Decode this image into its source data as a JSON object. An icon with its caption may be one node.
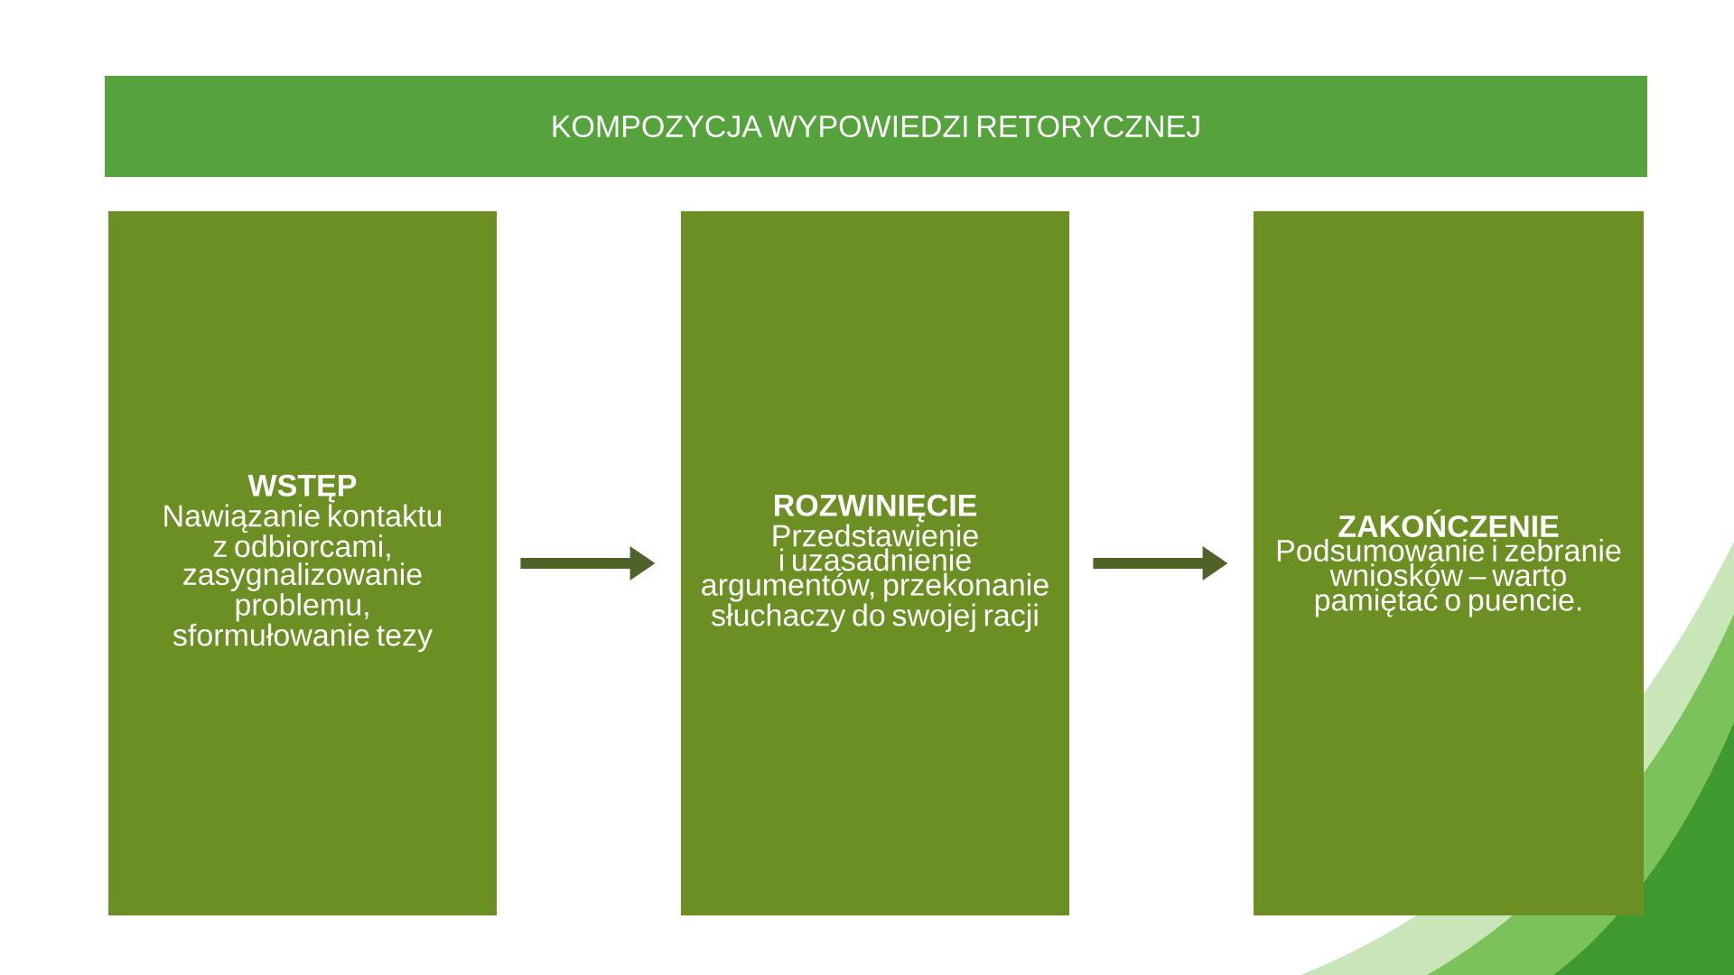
{
  "diagram": {
    "nodes": [
      {
        "text": [
          "KOMPOZYCJA WYPOWIEDZI RETORYCZNEJ"
        ]
      },
      {
        "text": [
          "WSTĘP",
          "Nawiązanie kontaktu z odbiorcami, zasygnalizowanie problemu, sformułowanie tezy"
        ]
      },
      {
        "text": [
          "ROZWINIĘCIE",
          "Przedstawienie i uzasadnienie argumentów, przekonanie słuchaczy do swojej racji"
        ]
      },
      {
        "text": [
          "ZAKOŃCZENIE",
          "Podsumowanie i zebranie wniosków – warto pamiętać o puencie."
        ]
      }
    ],
    "edges": [
      {
        "from": 1,
        "to": 2,
        "arrow": "to"
      },
      {
        "from": 2,
        "to": 3,
        "arrow": "to"
      }
    ]
  }
}
